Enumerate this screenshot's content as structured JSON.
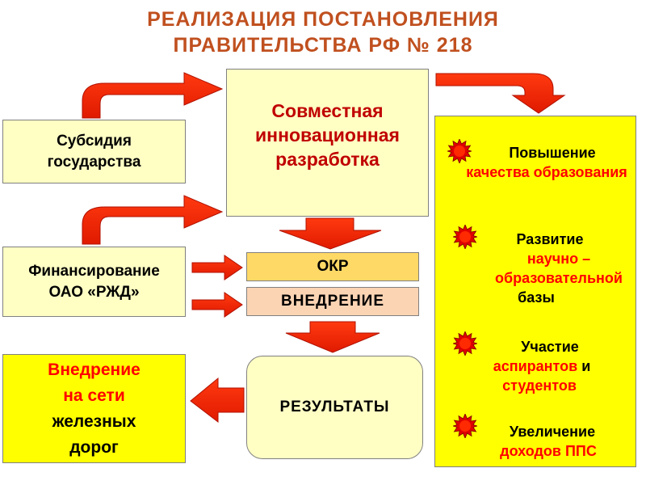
{
  "title": {
    "line1": "РЕАЛИЗАЦИЯ ПОСТАНОВЛЕНИЯ",
    "line2": "ПРАВИТЕЛЬСТВА РФ № 218"
  },
  "subsidy": {
    "line1": "Субсидия",
    "line2": "государства"
  },
  "joint": {
    "line1": "Совместная",
    "line2": "инновационная",
    "line3": "разработка"
  },
  "finance": {
    "line1": "Финансирование",
    "line2": "ОАО «РЖД»"
  },
  "okr": "ОКР",
  "implementation": "ВНЕДРЕНИЕ",
  "railway": {
    "line1": "Внедрение",
    "line2": "на сети",
    "line3": "железных",
    "line4": "дорог"
  },
  "results": "РЕЗУЛЬТАТЫ",
  "outcomes": [
    {
      "black": "Повышение",
      "red": "качества образования",
      "tail": ""
    },
    {
      "black": "Развитие",
      "red": "научно – образовательной",
      "tail": "базы"
    },
    {
      "black": "Участие",
      "red1": "аспирантов",
      "and": "и",
      "red2": "студентов"
    },
    {
      "black": "Увеличение",
      "red": "доходов ППС"
    }
  ],
  "colors": {
    "title": "#c0501f",
    "arrow": "#ff2a00",
    "accent_red": "#ff0000",
    "dark_red": "#c00000",
    "box_yellow": "#ffff00",
    "box_light": "#ffffc4"
  }
}
